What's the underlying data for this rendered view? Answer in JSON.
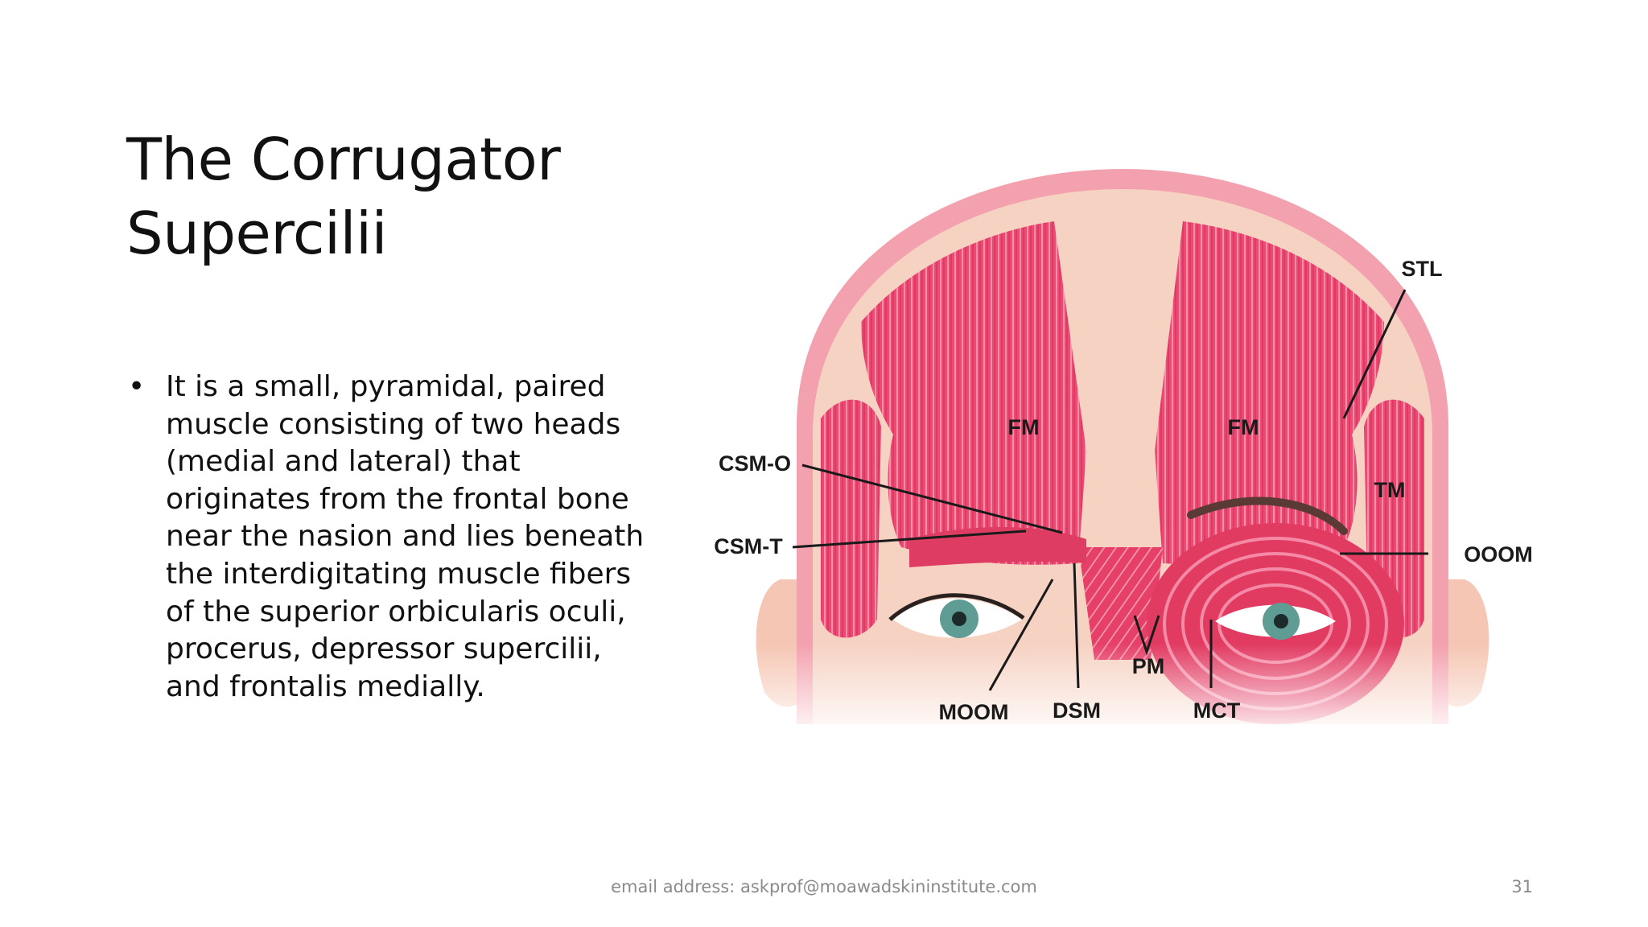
{
  "slide": {
    "title_lines": [
      "The Corrugator",
      "Supercilii"
    ],
    "bullet_lines": [
      "It is a small, pyramidal, paired",
      "muscle consisting of two heads",
      "(medial and lateral) that",
      "originates from the frontal bone",
      "near the nasion and lies beneath",
      "the interdigitating muscle fibers",
      "of the superior orbicularis oculi,",
      "procerus, depressor supercilii,",
      "and frontalis medially."
    ],
    "bullet_marker": "•",
    "footer_email": "email address: askprof@moawadskininstitute.com",
    "page_number": "31"
  },
  "figure": {
    "labels": {
      "stl": "STL",
      "fm_left": "FM",
      "fm_right": "FM",
      "csm_o": "CSM-O",
      "csm_t": "CSM-T",
      "tm": "TM",
      "ooom": "OOOM",
      "pm": "PM",
      "moom": "MOOM",
      "dsm": "DSM",
      "mct": "MCT"
    },
    "colors": {
      "skin": "#f6d0bf",
      "muscle": "#e9416b",
      "muscle_light": "#f48aa6",
      "iris": "#5f9c94"
    }
  }
}
